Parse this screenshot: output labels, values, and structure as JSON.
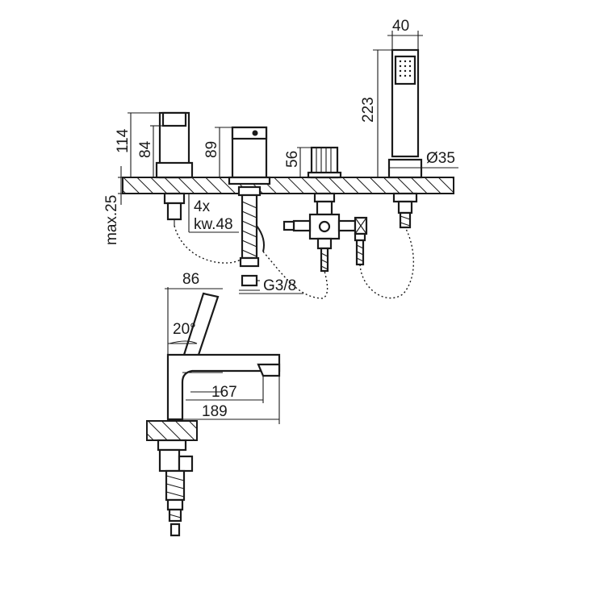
{
  "dimensions": {
    "width_handshower": "40",
    "height_handshower": "223",
    "diameter_handshower_base": "Ø35",
    "height_114": "114",
    "height_84": "84",
    "height_89": "89",
    "height_56": "56",
    "deck_max": "max.25",
    "hole_count": "4x",
    "hole_size": "kw.48",
    "thread": "G3/8",
    "top_offset": "86",
    "angle": "20°",
    "reach_167": "167",
    "reach_189": "189"
  },
  "colors": {
    "line": "#1a1a1a",
    "hatch": "#1a1a1a",
    "background": "#ffffff"
  }
}
